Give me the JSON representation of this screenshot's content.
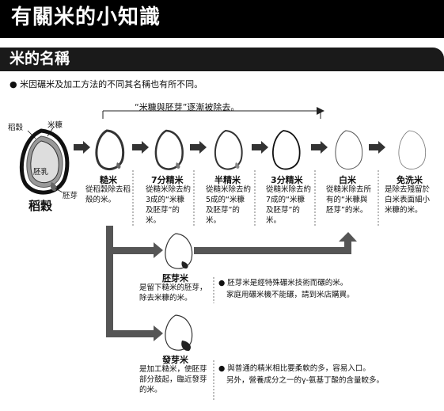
{
  "header": {
    "title": "有關米的小知識"
  },
  "section": {
    "title": "米的名稱"
  },
  "intro": "● 米因碾米及加工方法的不同其名稱也有所不同。",
  "bracket_label": "“米糠與胚芽”逐漸被除去。",
  "paddy": {
    "label_husk": "稻穀",
    "label_bran": "米糠",
    "label_endosperm": "胚乳",
    "label_germ": "胚芽",
    "name": "稻穀"
  },
  "stages": [
    {
      "name": "糙米",
      "desc": "從稻穀除去稻殼的米。"
    },
    {
      "name": "7分精米",
      "desc": "從糙米除去約3成的“米糠及胚芽”的米。"
    },
    {
      "name": "半精米",
      "desc": "從糙米除去約5成的“米糠及胚芽”的米。"
    },
    {
      "name": "3分精米",
      "desc": "從糙米除去約7成的“米糠及胚芽”的米。"
    },
    {
      "name": "白米",
      "desc": "從糙米除去所有的“米糠與胚芽”的米。"
    },
    {
      "name": "免洗米",
      "desc": "是除去殘留於白米表面細小米糠的米。"
    }
  ],
  "germ_rice": {
    "name": "胚芽米",
    "desc": "是留下糙米的胚芽，除去米糠的米。",
    "note_line1": "● 胚芽米是經特殊碾米技術而碾的米。",
    "note_line2": "家庭用碾米機不能碾，請到米店購買。"
  },
  "sprouted_rice": {
    "name": "發芽米",
    "desc": "是加工糙米，使胚芽部分鼓起，臨近發芽的米。",
    "note_line1": "● 與普通的精米相比要柔軟的多，容易入口。",
    "note_line2": "另外，營養成分之一的γ-氨基丁酸的含量較多。"
  }
}
